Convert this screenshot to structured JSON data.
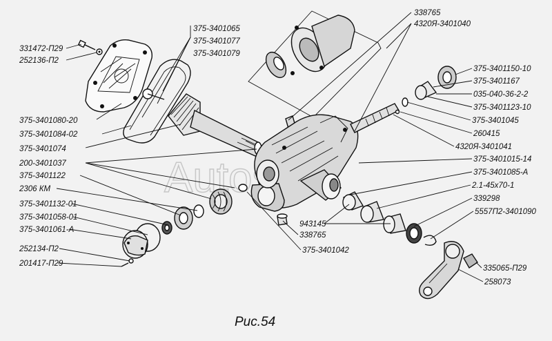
{
  "figure": {
    "caption": "Рис.54",
    "watermark": "Autosoft"
  },
  "labels": [
    {
      "id": "l01",
      "text": "331472-П29"
    },
    {
      "id": "l02",
      "text": "252136-П2"
    },
    {
      "id": "l03",
      "text": "375-3401065"
    },
    {
      "id": "l04",
      "text": "375-3401077"
    },
    {
      "id": "l05",
      "text": "375-3401079"
    },
    {
      "id": "l06",
      "text": "375-3401080-20"
    },
    {
      "id": "l07",
      "text": "375-3401084-02"
    },
    {
      "id": "l08",
      "text": "375-3401074"
    },
    {
      "id": "l09",
      "text": "200-3401037"
    },
    {
      "id": "l10",
      "text": "375-3401122"
    },
    {
      "id": "l11",
      "text": "2306 КМ"
    },
    {
      "id": "l12",
      "text": "375-3401132-01"
    },
    {
      "id": "l13",
      "text": "375-3401058-01"
    },
    {
      "id": "l14",
      "text": "375-3401061-А"
    },
    {
      "id": "l15",
      "text": "252134-П2"
    },
    {
      "id": "l16",
      "text": "201417-П29"
    },
    {
      "id": "l17",
      "text": "338765"
    },
    {
      "id": "l18",
      "text": "4320Я-3401040"
    },
    {
      "id": "l19",
      "text": "375-3401150-10"
    },
    {
      "id": "l20",
      "text": "375-3401167"
    },
    {
      "id": "l21",
      "text": "035-040-36-2-2"
    },
    {
      "id": "l22",
      "text": "375-3401123-10"
    },
    {
      "id": "l23",
      "text": "375-3401045"
    },
    {
      "id": "l24",
      "text": "260415"
    },
    {
      "id": "l25",
      "text": "4320Я-3401041"
    },
    {
      "id": "l26",
      "text": "375-3401015-14"
    },
    {
      "id": "l27",
      "text": "375-3401085-А"
    },
    {
      "id": "l28",
      "text": "2.1-45х70-1"
    },
    {
      "id": "l29",
      "text": "339298"
    },
    {
      "id": "l30",
      "text": "5557П2-3401090"
    },
    {
      "id": "l31",
      "text": "943145"
    },
    {
      "id": "l32",
      "text": "338765"
    },
    {
      "id": "l33",
      "text": "375-3401042"
    },
    {
      "id": "l34",
      "text": "335065-П29"
    },
    {
      "id": "l35",
      "text": "258073"
    }
  ]
}
